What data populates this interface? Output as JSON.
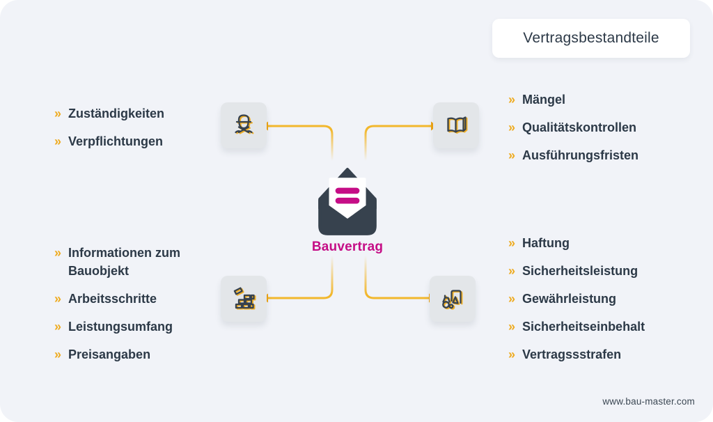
{
  "title": "Vertragsbestandteile",
  "bullet": "»",
  "center": {
    "label": "Bauvertrag",
    "icon": "open-envelope-letter-icon"
  },
  "footer": {
    "website": "www.bau-master.com"
  },
  "groups": {
    "top_left": {
      "icon": "construction-worker-icon",
      "items": [
        "Zuständigkeiten",
        "Verpflichtungen"
      ]
    },
    "top_right": {
      "icon": "open-book-icon",
      "items": [
        "Mängel",
        "Qualitätskontrollen",
        "Ausführungsfristen"
      ]
    },
    "bottom_left": {
      "icon": "bricks-icon",
      "items": [
        "Informationen zum Bauobjekt",
        "Arbeitsschritte",
        "Leistungsumfang",
        "Preisangaben"
      ]
    },
    "bottom_right": {
      "icon": "construction-machine-icon",
      "items": [
        "Haftung",
        "Sicherheitsleistung",
        "Gewährleistung",
        "Sicherheitseinbehalt",
        "Vertragssstrafen"
      ]
    }
  },
  "colors": {
    "background": "#f1f3f8",
    "tile_gray": "#e3e6e9",
    "text_navy": "#2c3947",
    "accent_amber": "#f2b72c",
    "arrow_amber": "#efa413",
    "accent_magenta": "#c50d86",
    "envelope_navy": "#37424e"
  }
}
